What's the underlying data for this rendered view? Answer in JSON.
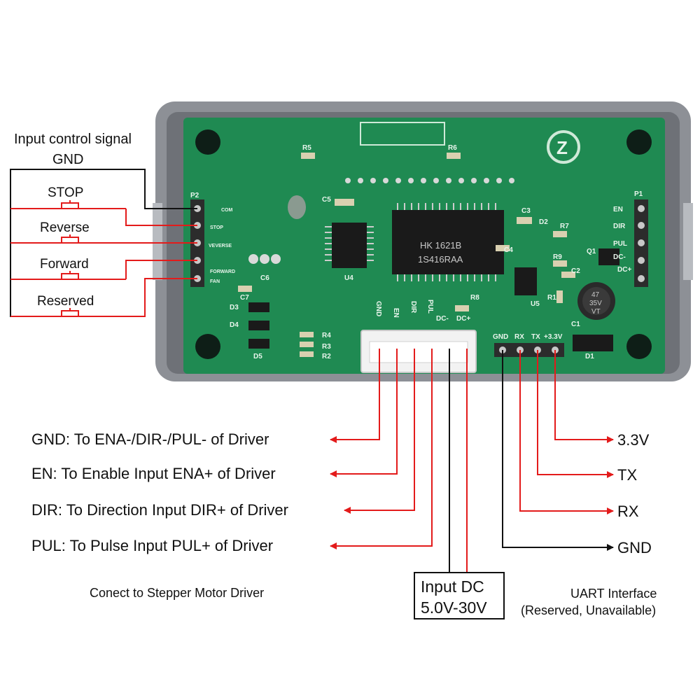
{
  "labels": {
    "input_title_1": "Input control signal",
    "input_title_2": "GND",
    "stop": "STOP",
    "reverse": "Reverse",
    "forward": "Forward",
    "reserved": "Reserved",
    "gnd_driver": "GND: To ENA-/DIR-/PUL- of Driver",
    "en_driver": "EN: To Enable Input ENA+ of Driver",
    "dir_driver": "DIR: To Direction Input DIR+ of Driver",
    "pul_driver": "PUL: To Pulse Input PUL+ of Driver",
    "connect_note": "Conect to Stepper Motor Driver",
    "input_dc_1": "Input DC",
    "input_dc_2": "5.0V-30V",
    "uart_1": "UART Interface",
    "uart_2": "(Reserved, Unavailable)",
    "uart_33v": "3.3V",
    "uart_tx": "TX",
    "uart_rx": "RX",
    "uart_gnd": "GND"
  },
  "silkscreen": {
    "p2": "P2",
    "p1": "P1",
    "com": "COM",
    "stop": "STOP",
    "veverse": "VEVERSE",
    "forward": "FORWARD",
    "fan": "FAN",
    "en": "EN",
    "dir": "DIR",
    "pul": "PUL",
    "dcm": "DC-",
    "dcp": "DC+",
    "h_gnd": "GND",
    "h_en": "EN",
    "h_dir": "DIR",
    "h_pul": "PUL",
    "h_dcm": "DC-",
    "h_dcp": "DC+",
    "u_gnd": "GND",
    "u_rx": "RX",
    "u_tx": "TX",
    "u_33": "+3.3V",
    "r5": "R5",
    "r6": "R6",
    "r7": "R7",
    "r8": "R8",
    "r9": "R9",
    "r1": "R1",
    "r2": "R2",
    "r3": "R3",
    "r4": "R4",
    "c1": "C1",
    "c2": "C2",
    "c3": "C3",
    "c4": "C4",
    "c5": "C5",
    "c6": "C6",
    "c7": "C7",
    "d1": "D1",
    "d2": "D2",
    "d3": "D3",
    "d4": "D4",
    "d5": "D5",
    "q1": "Q1",
    "u4": "U4",
    "u5": "U5",
    "ic_main_1": "HK 1621B",
    "ic_main_2": "1S416RAA",
    "cap_1": "47",
    "cap_2": "35V",
    "cap_3": "VT"
  },
  "colors": {
    "pcb": "#1f8a52",
    "case": "#8d9096",
    "wire_red": "#e31b1b",
    "wire_black": "#111111",
    "connector": "#f2f2f2"
  }
}
